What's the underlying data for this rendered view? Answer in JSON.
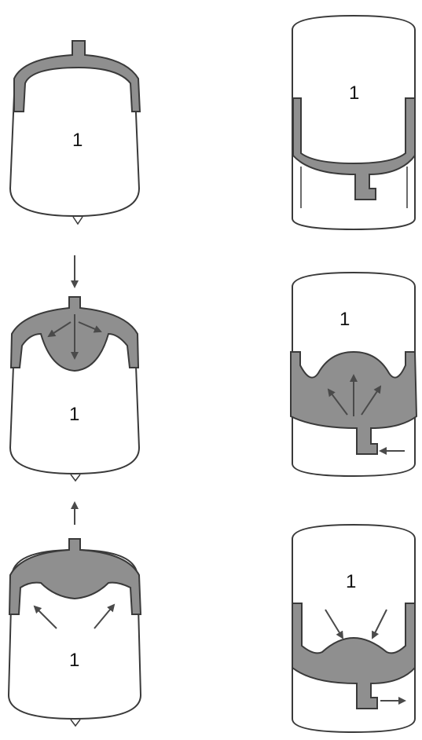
{
  "colors": {
    "outline": "#3a3a3a",
    "membrane_fill": "#8f8f8f",
    "vessel_fill": "#ffffff",
    "arrow": "#4a4a4a"
  },
  "labels": {
    "left_top": "1",
    "left_middle": "1",
    "left_bottom": "1",
    "right_top": "1",
    "right_middle": "1",
    "right_bottom": "1"
  },
  "icons": [
    "arrow-down-icon",
    "arrow-up-icon",
    "arrow-right-icon",
    "arrow-left-icon"
  ]
}
